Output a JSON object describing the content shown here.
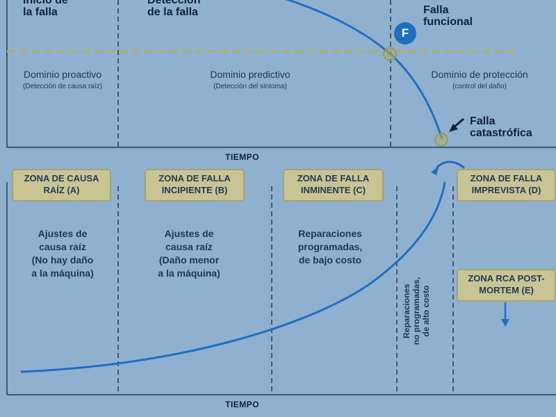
{
  "top": {
    "inicio_line1": "Inicio de",
    "inicio_line2": "la falla",
    "deteccion_line1": "Detección",
    "deteccion_line2": "de la falla",
    "falla_funcional_line1": "Falla",
    "falla_funcional_line2": "funcional",
    "f_badge": "F",
    "falla_catastrofica_line1": "Falla",
    "falla_catastrofica_line2": "catastrófica",
    "domains": [
      {
        "label": "Dominio proactivo",
        "sub": "(Detección de causa raíz)"
      },
      {
        "label": "Dominio predictivo",
        "sub": "(Detección del síntoma)"
      },
      {
        "label": "Dominio de protección",
        "sub": "(control del daño)"
      }
    ],
    "axis_label": "TIEMPO"
  },
  "bottom": {
    "zones": [
      {
        "line1": "ZONA DE CAUSA",
        "line2": "RAÍZ (A)"
      },
      {
        "line1": "ZONA DE FALLA",
        "line2": "INCIPIENTE (B)"
      },
      {
        "line1": "ZONA DE FALLA",
        "line2": "INMINENTE (C)"
      },
      {
        "line1": "ZONA DE FALLA",
        "line2": "IMPREVISTA (D)"
      }
    ],
    "zone_rca": {
      "line1": "ZONA RCA POST-",
      "line2": "MORTEM (E)"
    },
    "descriptions": [
      {
        "l1": "Ajustes de",
        "l2": "causa raíz",
        "l3": "(No hay daño",
        "l4": "a la máquina)"
      },
      {
        "l1": "Ajustes de",
        "l2": "causa raíz",
        "l3": "(Daño menor",
        "l4": "a la máquina)"
      },
      {
        "l1": "Reparaciones",
        "l2": "programadas,",
        "l3": "de bajo costo"
      }
    ],
    "vertical_text": {
      "l1": "Reparaciones",
      "l2": "no programadas,",
      "l3": "de alto costo"
    },
    "axis_label": "TIEMPO"
  },
  "colors": {
    "background": "#8fb0cf",
    "curve": "#1d6fbf",
    "threshold": "#b5ad5e",
    "zone_fill": "#c9c493"
  }
}
